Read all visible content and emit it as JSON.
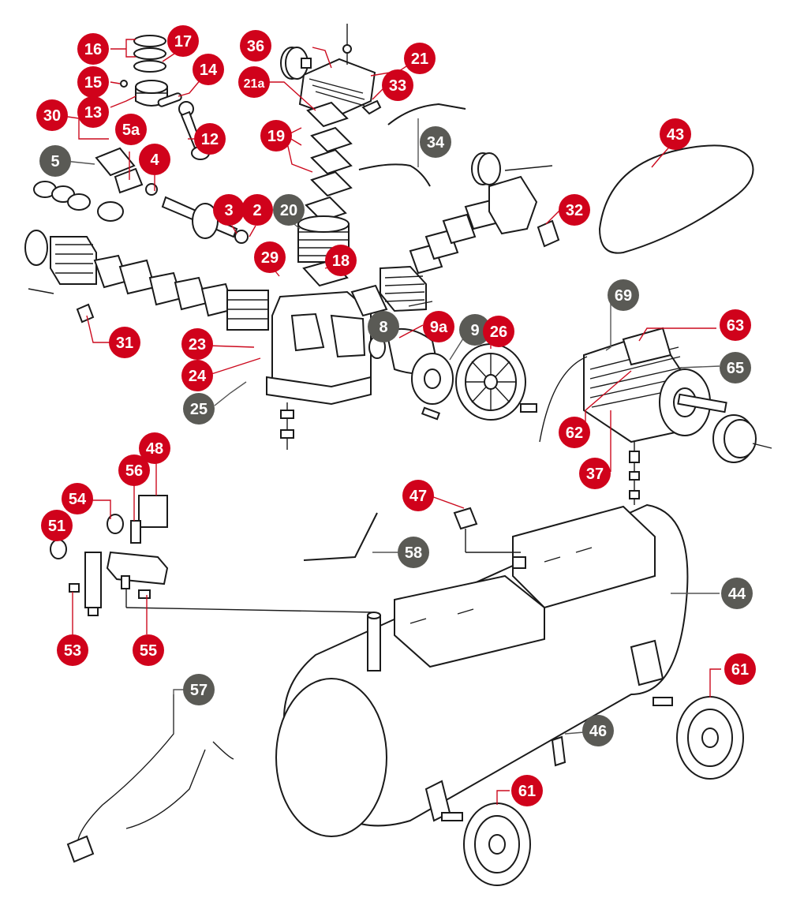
{
  "colors": {
    "required_part_badge": "#d0021b",
    "optional_part_badge": "#5a5a55",
    "badge_text": "#ffffff",
    "line_art": "#1a1a1a"
  },
  "callouts": [
    {
      "id": "16",
      "variant": "red"
    },
    {
      "id": "17",
      "variant": "red"
    },
    {
      "id": "36",
      "variant": "red"
    },
    {
      "id": "21",
      "variant": "red"
    },
    {
      "id": "15",
      "variant": "red"
    },
    {
      "id": "14",
      "variant": "red"
    },
    {
      "id": "21a",
      "variant": "red"
    },
    {
      "id": "33",
      "variant": "red"
    },
    {
      "id": "13",
      "variant": "red"
    },
    {
      "id": "30",
      "variant": "red"
    },
    {
      "id": "12",
      "variant": "red"
    },
    {
      "id": "19",
      "variant": "red"
    },
    {
      "id": "34",
      "variant": "gray"
    },
    {
      "id": "43",
      "variant": "red"
    },
    {
      "id": "5a",
      "variant": "red"
    },
    {
      "id": "5",
      "variant": "gray"
    },
    {
      "id": "4",
      "variant": "red"
    },
    {
      "id": "3",
      "variant": "red"
    },
    {
      "id": "2",
      "variant": "red"
    },
    {
      "id": "20",
      "variant": "gray"
    },
    {
      "id": "32",
      "variant": "red"
    },
    {
      "id": "29",
      "variant": "red"
    },
    {
      "id": "18",
      "variant": "red"
    },
    {
      "id": "69",
      "variant": "gray"
    },
    {
      "id": "63",
      "variant": "red"
    },
    {
      "id": "8",
      "variant": "gray"
    },
    {
      "id": "9a",
      "variant": "red"
    },
    {
      "id": "9",
      "variant": "gray"
    },
    {
      "id": "26",
      "variant": "red"
    },
    {
      "id": "31",
      "variant": "red"
    },
    {
      "id": "23",
      "variant": "red"
    },
    {
      "id": "65",
      "variant": "gray"
    },
    {
      "id": "24",
      "variant": "red"
    },
    {
      "id": "25",
      "variant": "gray"
    },
    {
      "id": "62",
      "variant": "red"
    },
    {
      "id": "37",
      "variant": "red"
    },
    {
      "id": "48",
      "variant": "red"
    },
    {
      "id": "56",
      "variant": "red"
    },
    {
      "id": "47",
      "variant": "red"
    },
    {
      "id": "54",
      "variant": "red"
    },
    {
      "id": "51",
      "variant": "red"
    },
    {
      "id": "58",
      "variant": "gray"
    },
    {
      "id": "44",
      "variant": "gray"
    },
    {
      "id": "53",
      "variant": "red"
    },
    {
      "id": "55",
      "variant": "red"
    },
    {
      "id": "61",
      "variant": "red"
    },
    {
      "id": "57",
      "variant": "gray"
    },
    {
      "id": "46",
      "variant": "gray"
    },
    {
      "id": "61",
      "variant": "red"
    }
  ]
}
